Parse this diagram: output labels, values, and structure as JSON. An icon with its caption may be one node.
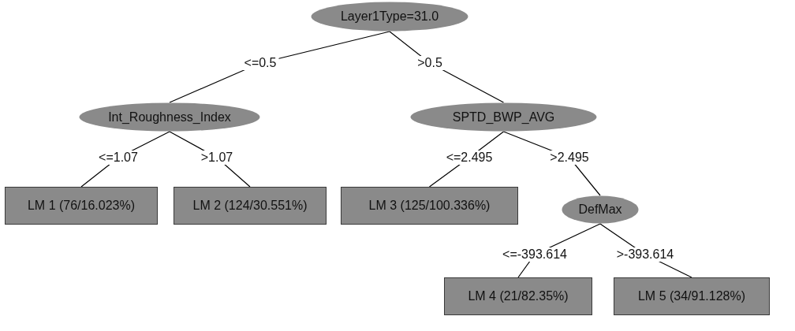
{
  "diagram": {
    "nodes": [
      {
        "text": [
          "Layer1Type=31.0"
        ]
      },
      {
        "text": [
          "Int_Roughness_Index"
        ]
      },
      {
        "text": [
          "SPTD_BWP_AVG"
        ]
      },
      {
        "text": [
          "LM 1 (76/16.023%)"
        ]
      },
      {
        "text": [
          "LM 2 (124/30.551%)"
        ]
      },
      {
        "text": [
          "LM 3 (125/100.336%)"
        ]
      },
      {
        "text": [
          "DefMax"
        ]
      },
      {
        "text": [
          "LM 4 (21/82.35%)"
        ]
      },
      {
        "text": [
          "LM 5 (34/91.128%)"
        ]
      }
    ],
    "edges": [
      {
        "from": 0,
        "to": 1,
        "arrow": "none",
        "label": "<=0.5"
      },
      {
        "from": 0,
        "to": 2,
        "arrow": "none",
        "label": ">0.5"
      },
      {
        "from": 1,
        "to": 3,
        "arrow": "none",
        "label": "<=1.07"
      },
      {
        "from": 1,
        "to": 4,
        "arrow": "none",
        "label": ">1.07"
      },
      {
        "from": 2,
        "to": 5,
        "arrow": "none",
        "label": "<=2.495"
      },
      {
        "from": 2,
        "to": 6,
        "arrow": "none",
        "label": ">2.495"
      },
      {
        "from": 6,
        "to": 7,
        "arrow": "none",
        "label": "<=-393.614"
      },
      {
        "from": 6,
        "to": 8,
        "arrow": "none",
        "label": ">-393.614"
      }
    ]
  }
}
